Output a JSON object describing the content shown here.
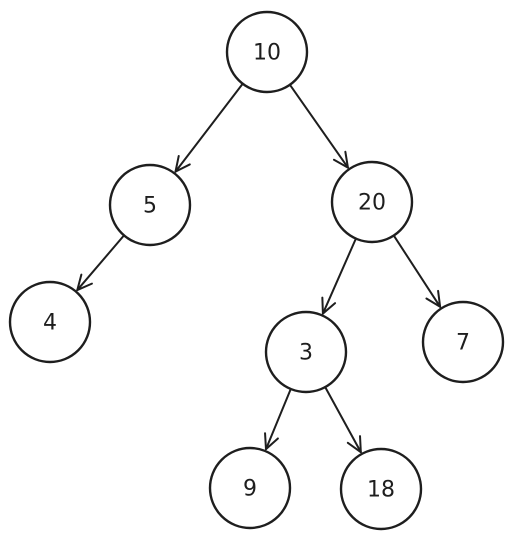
{
  "diagram": {
    "nodes": [
      {
        "id": "n10",
        "label": "10"
      },
      {
        "id": "n5",
        "label": "5"
      },
      {
        "id": "n20",
        "label": "20"
      },
      {
        "id": "n4",
        "label": "4"
      },
      {
        "id": "n3",
        "label": "3"
      },
      {
        "id": "n7",
        "label": "7"
      },
      {
        "id": "n9",
        "label": "9"
      },
      {
        "id": "n18",
        "label": "18"
      }
    ],
    "edges": [
      {
        "from": "n10",
        "to": "n5"
      },
      {
        "from": "n10",
        "to": "n20"
      },
      {
        "from": "n5",
        "to": "n4"
      },
      {
        "from": "n20",
        "to": "n3"
      },
      {
        "from": "n20",
        "to": "n7"
      },
      {
        "from": "n3",
        "to": "n9"
      },
      {
        "from": "n3",
        "to": "n18"
      }
    ]
  }
}
